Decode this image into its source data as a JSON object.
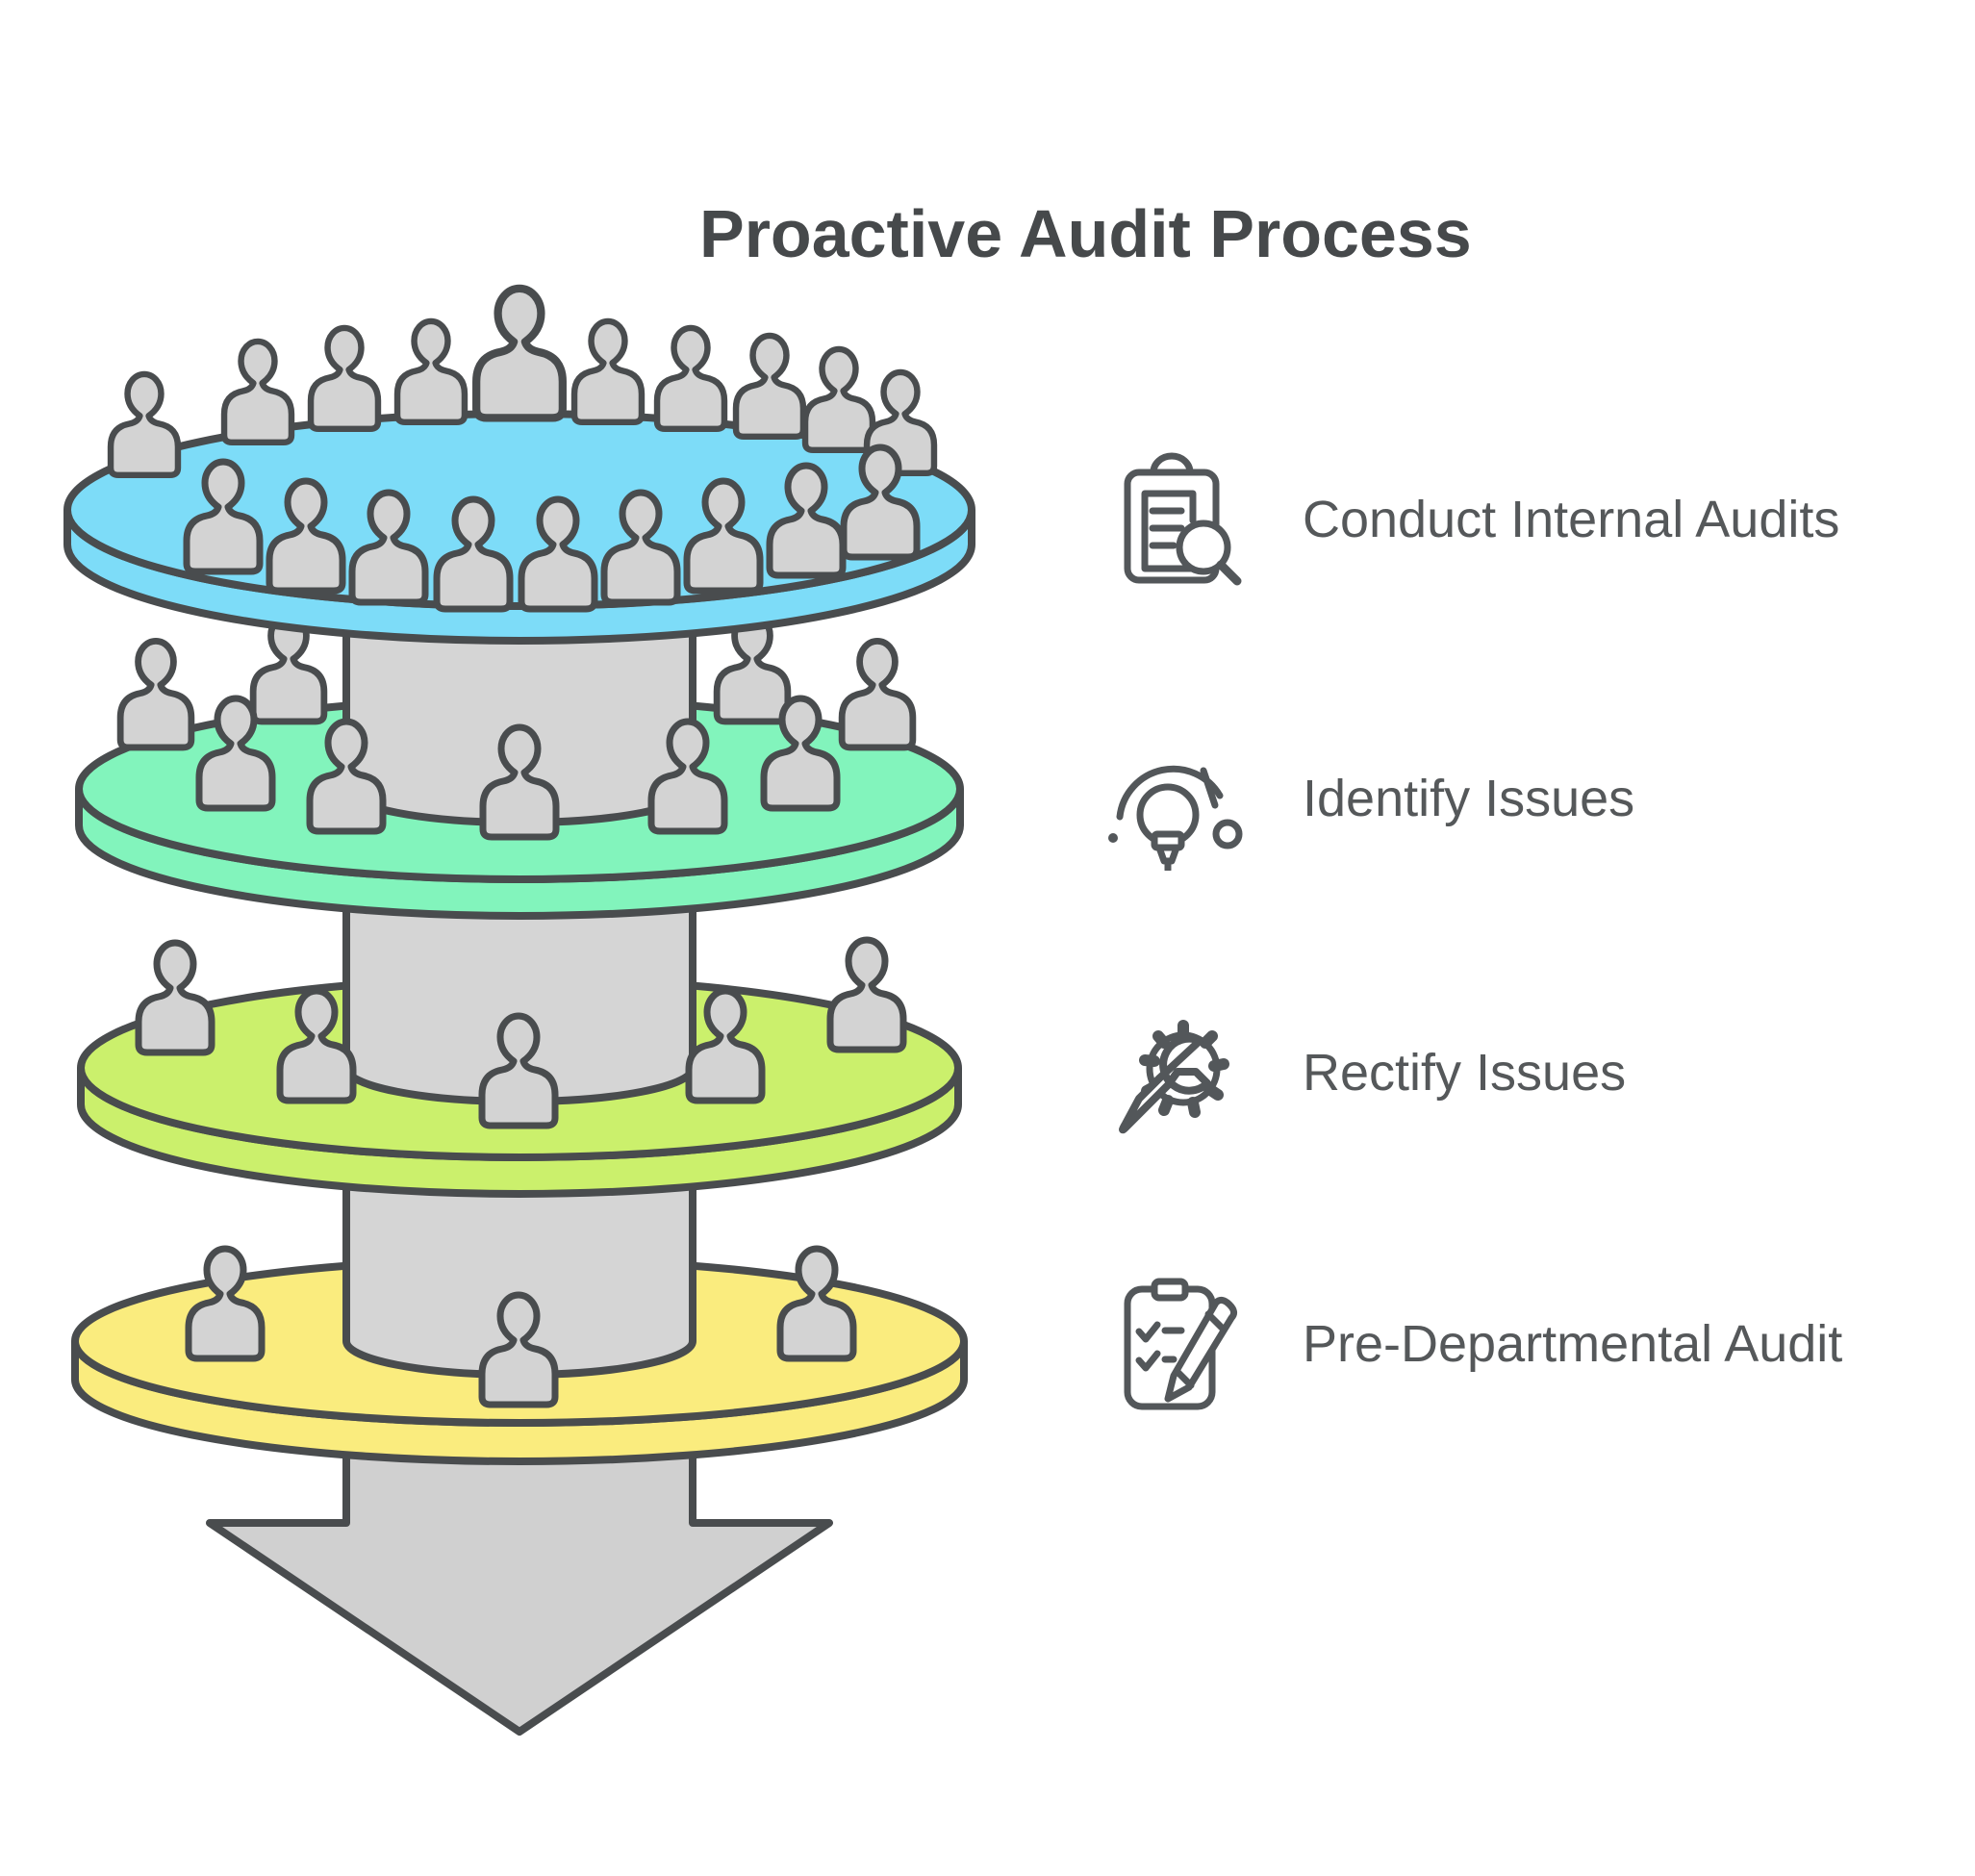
{
  "title": "Proactive Audit Process",
  "title_color": "#46494B",
  "text_color": "#55585A",
  "outline_color": "#494C4E",
  "funnel": {
    "column_color": "#D5D5D5",
    "arrow_color": "#D0D0D0",
    "people_color": "#D3D3D3",
    "direction": "down",
    "levels": [
      {
        "name": "level-1",
        "color": "#7DDCF8",
        "people_count": 19
      },
      {
        "name": "level-2",
        "color": "#82F4BC",
        "people_count": 9
      },
      {
        "name": "level-3",
        "color": "#CBF06C",
        "people_count": 5
      },
      {
        "name": "level-4",
        "color": "#FAEC7E",
        "people_count": 3
      }
    ]
  },
  "steps": [
    {
      "label": "Conduct Internal Audits",
      "icon": "clipboard-magnifier-icon"
    },
    {
      "label": "Identify Issues",
      "icon": "lightbulb-idea-icon"
    },
    {
      "label": "Rectify Issues",
      "icon": "gear-wrench-icon"
    },
    {
      "label": "Pre-Departmental Audit",
      "icon": "clipboard-pencil-icon"
    }
  ]
}
